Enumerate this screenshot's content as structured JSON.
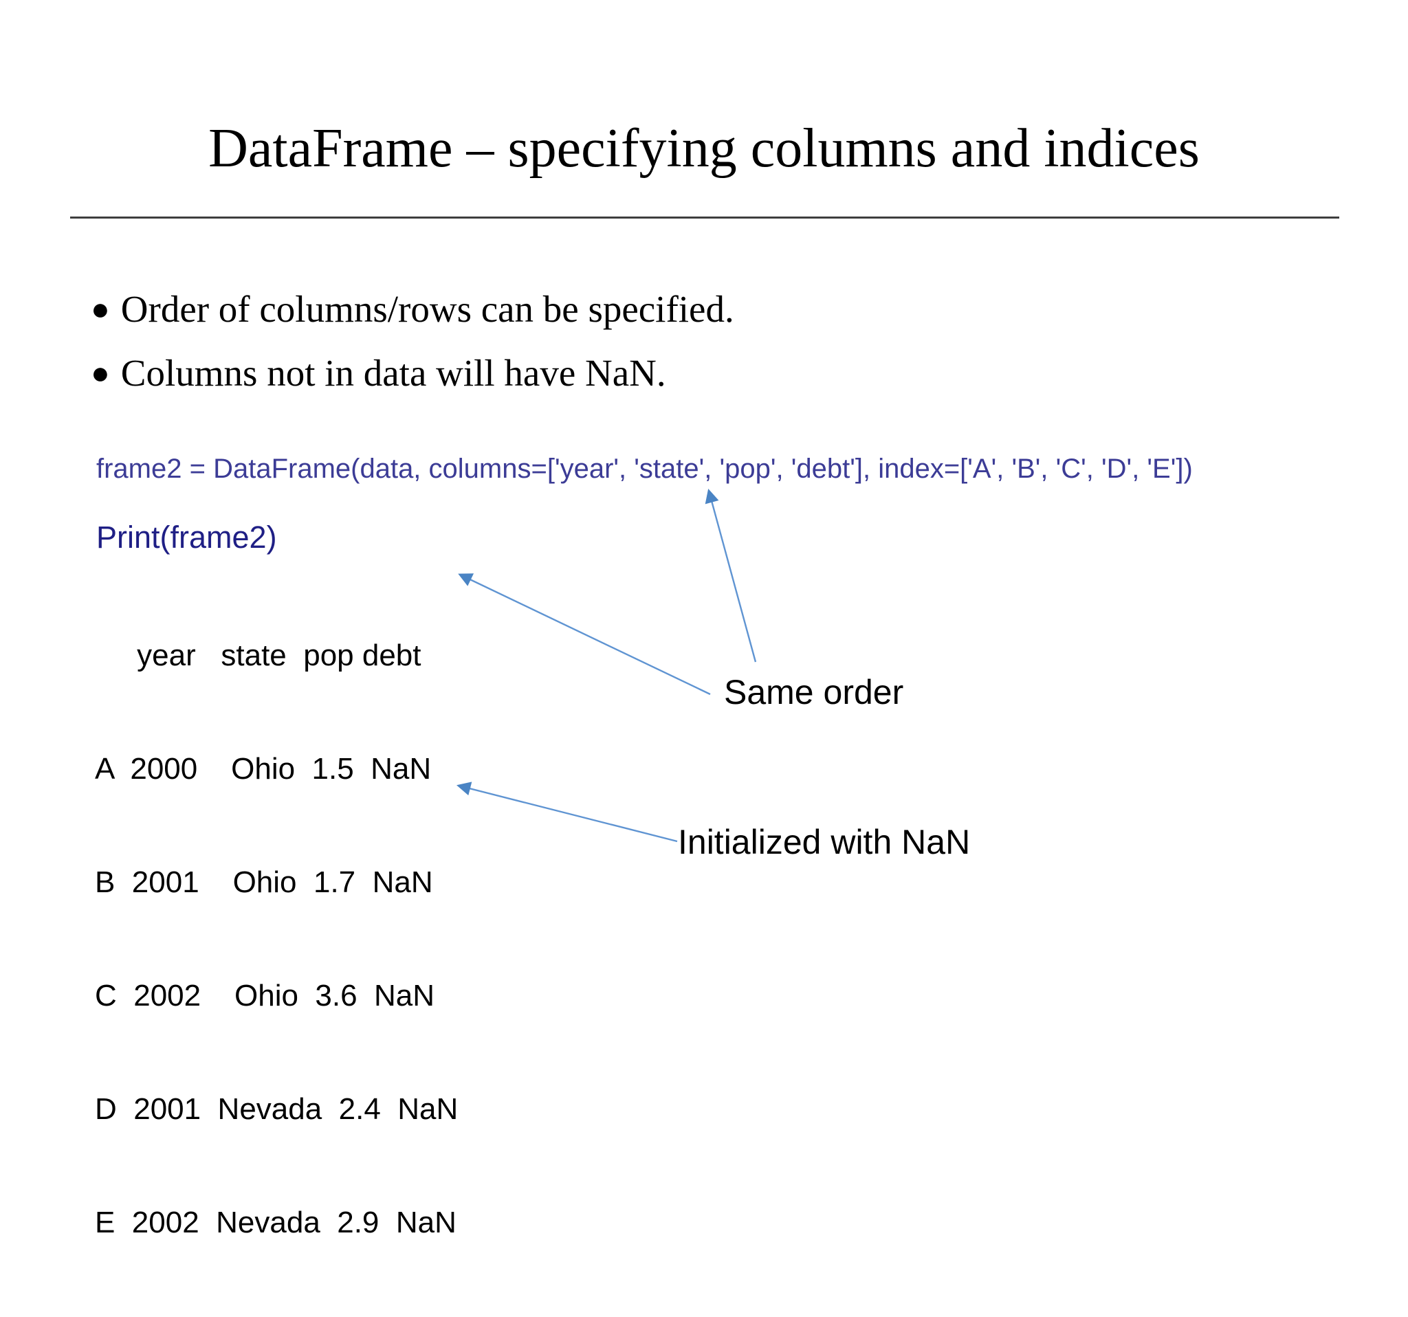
{
  "slide": {
    "title": "DataFrame – specifying columns and indices",
    "bullets": [
      "Order of columns/rows can be specified.",
      "Columns not in data will have NaN."
    ]
  },
  "code": {
    "assignment": "frame2 = DataFrame(data, columns=['year', 'state', 'pop', 'debt'], index=['A', 'B', 'C', 'D', 'E'])",
    "print_statement": "Print(frame2)"
  },
  "output": {
    "lines": [
      "     year   state  pop debt",
      "A  2000    Ohio  1.5  NaN",
      "B  2001    Ohio  1.7  NaN",
      "C  2002    Ohio  3.6  NaN",
      "D  2001  Nevada  2.4  NaN",
      "E  2002  Nevada  2.9  NaN"
    ],
    "columns": [
      "year",
      "state",
      "pop",
      "debt"
    ],
    "rows": [
      {
        "index": "A",
        "year": "2000",
        "state": "Ohio",
        "pop": "1.5",
        "debt": "NaN"
      },
      {
        "index": "B",
        "year": "2001",
        "state": "Ohio",
        "pop": "1.7",
        "debt": "NaN"
      },
      {
        "index": "C",
        "year": "2002",
        "state": "Ohio",
        "pop": "3.6",
        "debt": "NaN"
      },
      {
        "index": "D",
        "year": "2001",
        "state": "Nevada",
        "pop": "2.4",
        "debt": "NaN"
      },
      {
        "index": "E",
        "year": "2002",
        "state": "Nevada",
        "pop": "2.9",
        "debt": "NaN"
      }
    ]
  },
  "annotations": {
    "same_order": "Same order",
    "initialized": "Initialized with NaN"
  },
  "colors": {
    "code_text": "#3c3c96",
    "print_text": "#1f1f85",
    "arrow_line": "#5f94d2",
    "arrow_head": "#4a84c4",
    "title_rule": "#3e3e3e"
  }
}
